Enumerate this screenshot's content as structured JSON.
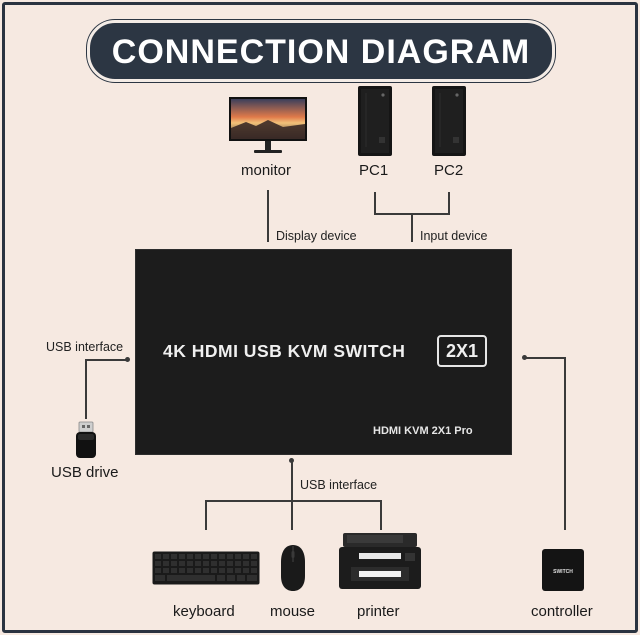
{
  "title": "CONNECTION DIAGRAM",
  "devices": {
    "monitor": "monitor",
    "pc1": "PC1",
    "pc2": "PC2",
    "usb_drive": "USB drive",
    "keyboard": "keyboard",
    "mouse": "mouse",
    "printer": "printer",
    "controller": "controller"
  },
  "connections": {
    "display": "Display device",
    "input": "Input device",
    "usb_left": "USB interface",
    "usb_bottom": "USB interface"
  },
  "switch": {
    "name": "4K HDMI USB KVM SWITCH",
    "badge": "2X1",
    "model": "HDMI KVM 2X1 Pro"
  },
  "controller_label": "SWITCH",
  "colors": {
    "background": "#f6e9e1",
    "title_pill": "#2c3643",
    "switch_body": "#1c1c1c",
    "line": "#3a3a3a"
  }
}
